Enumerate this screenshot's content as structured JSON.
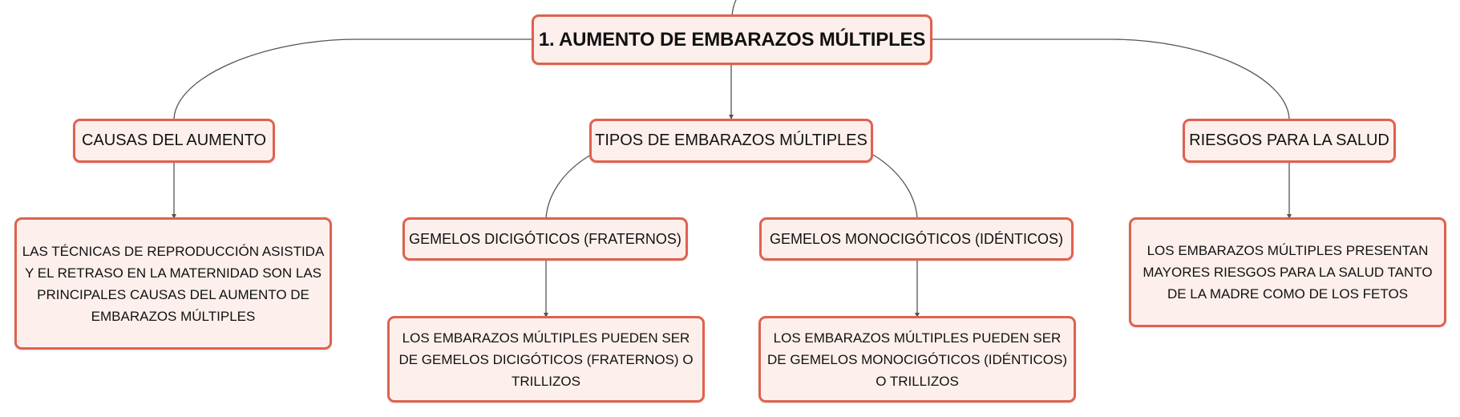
{
  "colors": {
    "node_border": "#e0614f",
    "node_fill": "#fdf0ec",
    "connector": "#555555",
    "text": "#111111"
  },
  "root": {
    "label": "1. AUMENTO DE EMBARAZOS MÚLTIPLES"
  },
  "branches": {
    "causas": {
      "label": "CAUSAS DEL AUMENTO",
      "detail": "LAS TÉCNICAS DE REPRODUCCIÓN ASISTIDA Y EL RETRASO EN LA MATERNIDAD SON LAS PRINCIPALES CAUSAS DEL AUMENTO DE EMBARAZOS MÚLTIPLES"
    },
    "tipos": {
      "label": "TIPOS DE EMBARAZOS MÚLTIPLES",
      "dicigoticos": {
        "label": "GEMELOS DICIGÓTICOS (FRATERNOS)",
        "detail": "LOS EMBARAZOS MÚLTIPLES PUEDEN SER DE GEMELOS DICIGÓTICOS (FRATERNOS) O TRILLIZOS"
      },
      "monocigoticos": {
        "label": "GEMELOS MONOCIGÓTICOS (IDÉNTICOS)",
        "detail": "LOS EMBARAZOS MÚLTIPLES PUEDEN SER DE GEMELOS MONOCIGÓTICOS (IDÉNTICOS) O TRILLIZOS"
      }
    },
    "riesgos": {
      "label": "RIESGOS PARA LA SALUD",
      "detail": "LOS EMBARAZOS MÚLTIPLES PRESENTAN MAYORES RIESGOS PARA LA SALUD TANTO DE LA MADRE COMO DE LOS FETOS"
    }
  }
}
